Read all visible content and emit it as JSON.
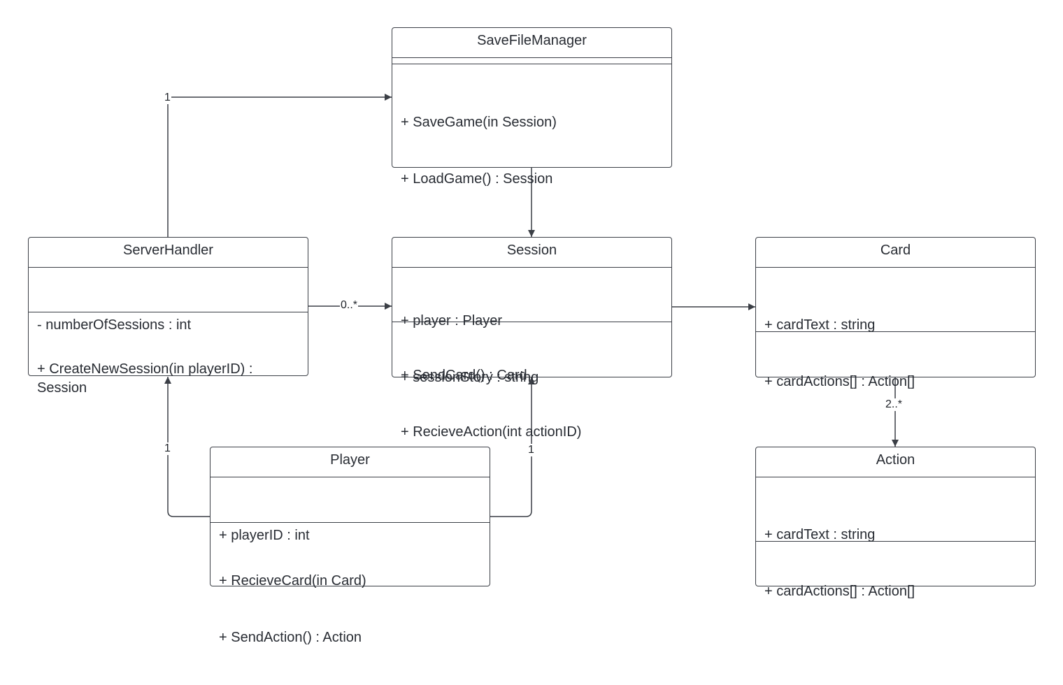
{
  "classes": {
    "save_file_manager": {
      "name": "SaveFileManager",
      "attributes": [],
      "operations": [
        "+ SaveGame(in Session)",
        "+ LoadGame() : Session"
      ]
    },
    "server_handler": {
      "name": "ServerHandler",
      "attributes": [
        "- numberOfSessions : int"
      ],
      "operations": [
        "+ CreateNewSession(in playerID) : Session"
      ]
    },
    "session": {
      "name": "Session",
      "attributes": [
        "+ player : Player",
        "+ sessionStory : string"
      ],
      "operations": [
        "+ SendCard() : Card",
        "+ RecieveAction(int actionID)"
      ]
    },
    "card": {
      "name": "Card",
      "attributes": [
        "+ cardText : string",
        "+ cardActions[] : Action[]"
      ],
      "operations": []
    },
    "player": {
      "name": "Player",
      "attributes": [
        "+ playerID : int"
      ],
      "operations": [
        "+ RecieveCard(in Card)",
        "+ SendAction() : Action"
      ]
    },
    "action": {
      "name": "Action",
      "attributes": [
        "+ cardText : string",
        "+ cardActions[] : Action[]"
      ],
      "operations": []
    }
  },
  "associations": [
    {
      "from": "server_handler",
      "to": "save_file_manager",
      "multiplicity": "1"
    },
    {
      "from": "save_file_manager",
      "to": "session",
      "multiplicity": ""
    },
    {
      "from": "server_handler",
      "to": "session",
      "multiplicity": "0..*"
    },
    {
      "from": "session",
      "to": "card",
      "multiplicity": ""
    },
    {
      "from": "card",
      "to": "action",
      "multiplicity": "2..*"
    },
    {
      "from": "player",
      "to": "server_handler",
      "multiplicity": "1"
    },
    {
      "from": "player",
      "to": "session",
      "multiplicity": "1"
    }
  ],
  "colors": {
    "line": "#3b3f46",
    "text": "#282c33",
    "background": "#ffffff"
  }
}
